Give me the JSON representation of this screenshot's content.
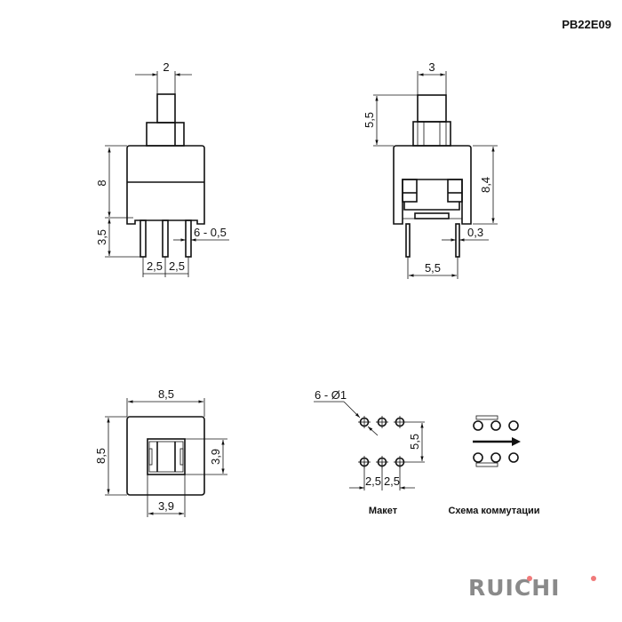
{
  "title": "PB22E09",
  "front_view": {
    "plunger_width": "2",
    "body_height": "8",
    "pin_length": "3,5",
    "pin_spec": "6 - 0,5",
    "pitch_1": "2,5",
    "pitch_2": "2,5"
  },
  "side_view": {
    "plunger_width": "3",
    "plunger_height": "5,5",
    "body_height": "8,4",
    "pin_thickness": "0,3",
    "pin_span": "5,5"
  },
  "top_view": {
    "width": "8,5",
    "height": "8,5",
    "button_height": "3,9",
    "button_width": "3,9"
  },
  "layout": {
    "hole_spec": "6 - Ø1",
    "row_spacing": "5,5",
    "pitch_1": "2,5",
    "pitch_2": "2,5",
    "caption": "Макет"
  },
  "schematic": {
    "caption": "Схема коммутации"
  },
  "brand": {
    "logo_text": "RUICHI",
    "dot_color": "#f07a7a",
    "text_color": "#8a8a8a"
  }
}
